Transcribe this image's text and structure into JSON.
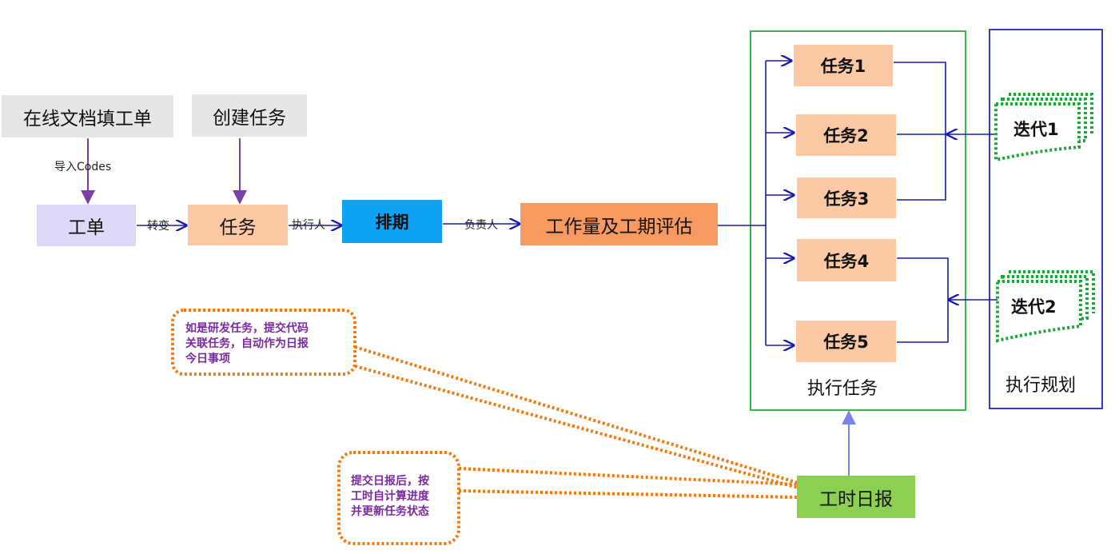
{
  "nodes": {
    "online_doc": "在线文档填工单",
    "create_task": "创建任务",
    "work_order": "工单",
    "task": "任务",
    "schedule": "排期",
    "estimate": "工作量及工期评估",
    "task1": "任务1",
    "task2": "任务2",
    "task3": "任务3",
    "task4": "任务4",
    "task5": "任务5",
    "iteration1": "迭代1",
    "iteration2": "迭代2",
    "daily_report": "工时日报"
  },
  "edges": {
    "import_codes": "导入Codes",
    "convert": "转变",
    "executor": "执行人",
    "owner": "负责人"
  },
  "groups": {
    "execute_tasks": "执行任务",
    "execute_plan": "执行规划"
  },
  "notes": {
    "dev_task": [
      "如是研发任务，提交代码",
      "关联任务，自动作为日报",
      "今日事项"
    ],
    "submit_report": [
      "提交日报后，按",
      "工时自计算进度",
      "并更新任务状态"
    ]
  },
  "colors": {
    "arrow_blue": "#1a1aa6",
    "arrow_purple": "#7b3fa8",
    "dotted_orange": "#f07a10",
    "dotted_green": "#1fa53a",
    "frame_green": "#3cb44b",
    "frame_blue": "#3a3ac4"
  }
}
